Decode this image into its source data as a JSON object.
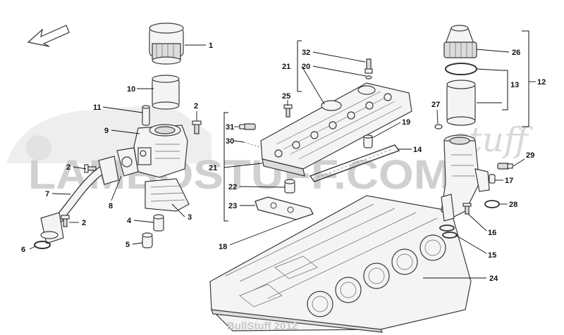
{
  "diagram": {
    "callouts": [
      {
        "id": "c1",
        "text": "1"
      },
      {
        "id": "c10",
        "text": "10"
      },
      {
        "id": "c11",
        "text": "11"
      },
      {
        "id": "c2a",
        "text": "2"
      },
      {
        "id": "c9",
        "text": "9"
      },
      {
        "id": "c2b",
        "text": "2"
      },
      {
        "id": "c7",
        "text": "7"
      },
      {
        "id": "c8",
        "text": "8"
      },
      {
        "id": "c3",
        "text": "3"
      },
      {
        "id": "c2c",
        "text": "2"
      },
      {
        "id": "c4",
        "text": "4"
      },
      {
        "id": "c5",
        "text": "5"
      },
      {
        "id": "c6",
        "text": "6"
      },
      {
        "id": "c32",
        "text": "32"
      },
      {
        "id": "c21a",
        "text": "21"
      },
      {
        "id": "c20",
        "text": "20"
      },
      {
        "id": "c25",
        "text": "25"
      },
      {
        "id": "c31",
        "text": "31"
      },
      {
        "id": "c30",
        "text": "30"
      },
      {
        "id": "c21b",
        "text": "21"
      },
      {
        "id": "c22",
        "text": "22"
      },
      {
        "id": "c23",
        "text": "23"
      },
      {
        "id": "c18",
        "text": "18"
      },
      {
        "id": "c19",
        "text": "19"
      },
      {
        "id": "c14",
        "text": "14"
      },
      {
        "id": "c26",
        "text": "26"
      },
      {
        "id": "c13",
        "text": "13"
      },
      {
        "id": "c12",
        "text": "12"
      },
      {
        "id": "c27",
        "text": "27"
      },
      {
        "id": "c29",
        "text": "29"
      },
      {
        "id": "c17",
        "text": "17"
      },
      {
        "id": "c28",
        "text": "28"
      },
      {
        "id": "c16",
        "text": "16"
      },
      {
        "id": "c15",
        "text": "15"
      },
      {
        "id": "c24",
        "text": "24"
      }
    ],
    "watermark": {
      "main": "LAMBOSTUFF.COM",
      "script": "stuff",
      "footer": "BullStuff 2012"
    },
    "colors": {
      "line": "#333333",
      "part_fill": "#f4f4f4",
      "watermark": "#d0d0d0"
    }
  }
}
